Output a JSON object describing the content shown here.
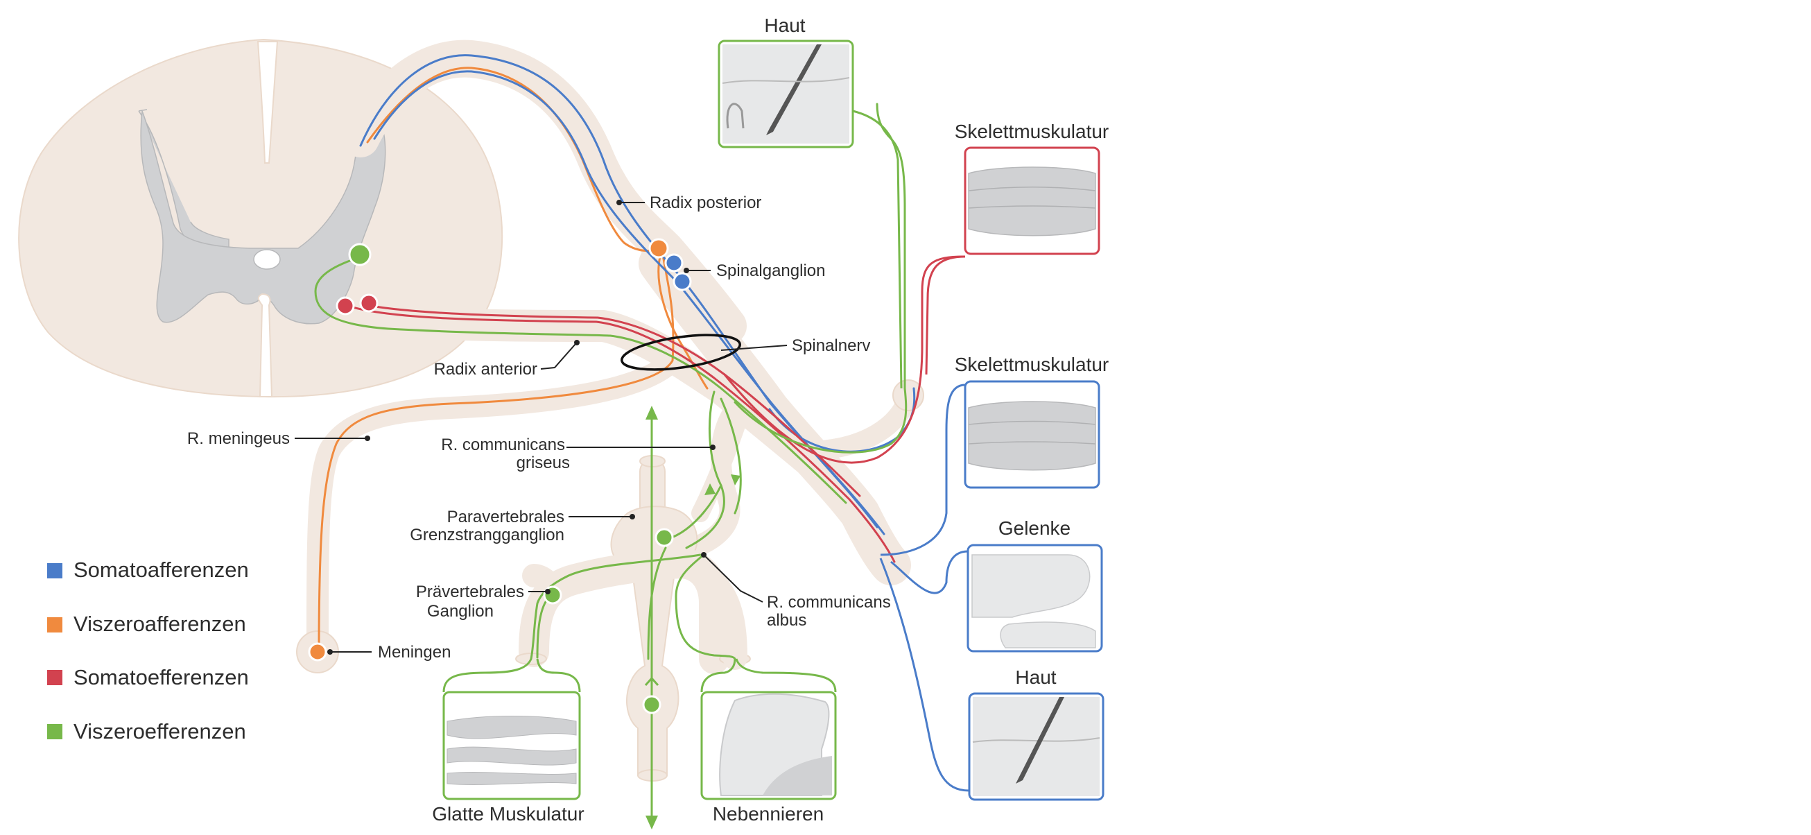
{
  "colors": {
    "somatoafferent": "#4a7cc9",
    "visceroafferent": "#f08a3e",
    "somatoefferent": "#d2424f",
    "visceroefferent": "#77b84a",
    "tissue": "#f2e8e0",
    "grey_matter": "#d0d1d3"
  },
  "labels": {
    "radix_posterior": "Radix posterior",
    "spinalganglion": "Spinalganglion",
    "spinalnerv": "Spinalnerv",
    "radix_anterior": "Radix anterior",
    "r_meningeus": "R. meningeus",
    "r_communicans_griseus_1": "R. communicans",
    "r_communicans_griseus_2": "griseus",
    "paravertebrales_1": "Paravertebrales",
    "paravertebrales_2": "Grenzstrangganglion",
    "praevertebrales_1": "Prävertebrales",
    "praevertebrales_2": "Ganglion",
    "r_communicans_albus_1": "R. communicans",
    "r_communicans_albus_2": "albus",
    "meningen": "Meningen"
  },
  "targets": {
    "haut_top": "Haut",
    "skelett_1": "Skelettmuskulatur",
    "skelett_2": "Skelettmuskulatur",
    "gelenke": "Gelenke",
    "haut_bottom": "Haut",
    "glatte_muskulatur": "Glatte Muskulatur",
    "nebennieren": "Nebennieren"
  },
  "legend": [
    {
      "label": "Somatoafferenzen",
      "color": "#4a7cc9"
    },
    {
      "label": "Viszeroafferenzen",
      "color": "#f08a3e"
    },
    {
      "label": "Somatoefferenzen",
      "color": "#d2424f"
    },
    {
      "label": "Viszeroefferenzen",
      "color": "#77b84a"
    }
  ]
}
